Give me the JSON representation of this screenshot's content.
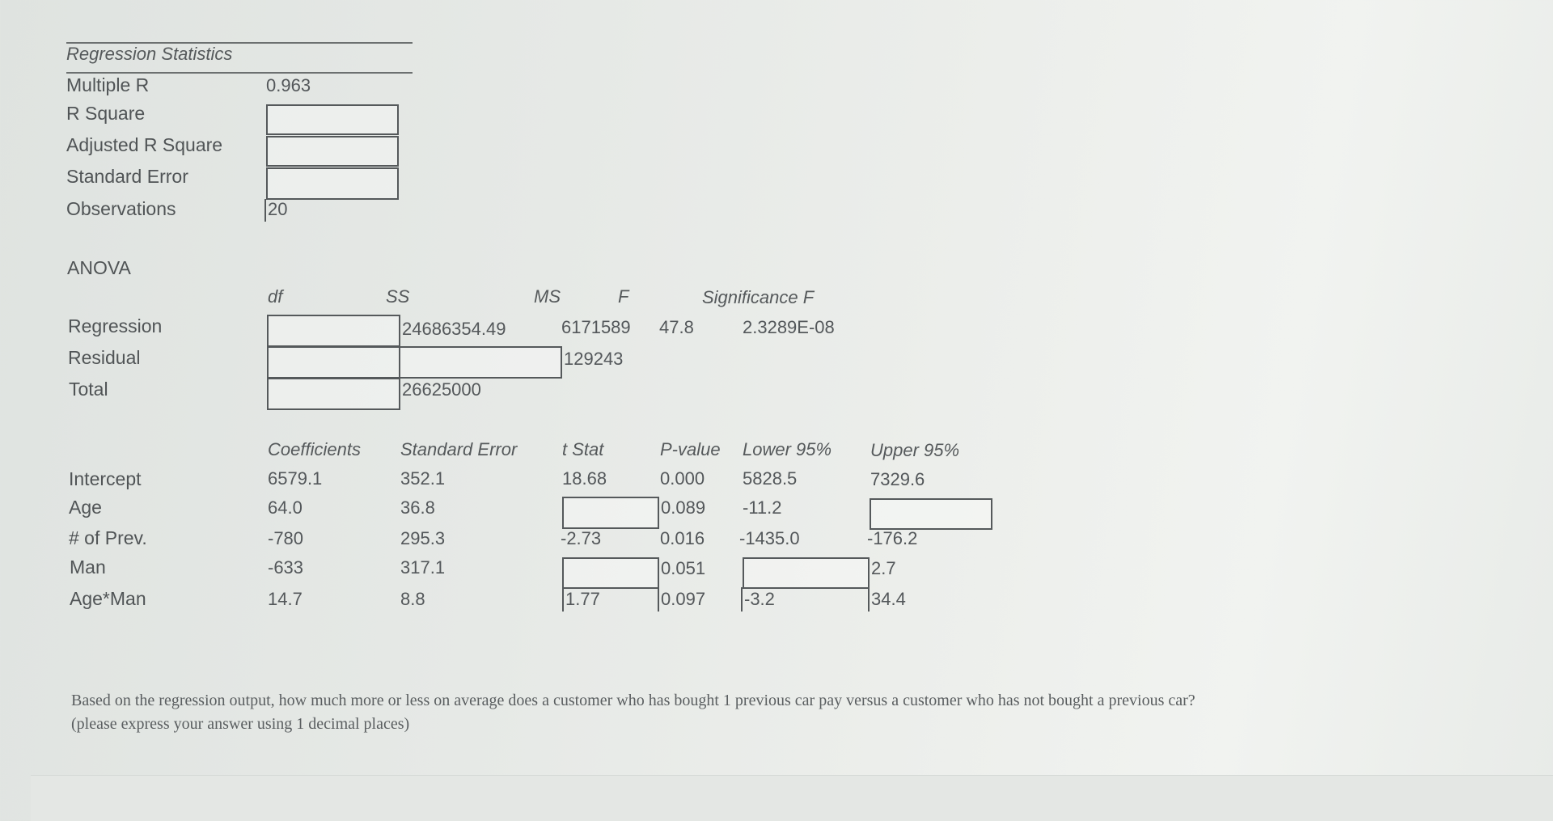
{
  "regression_statistics": {
    "title": "Regression Statistics",
    "rows": [
      {
        "label": "Multiple R",
        "value": "0.963"
      },
      {
        "label": "R Square",
        "value": ""
      },
      {
        "label": "Adjusted R Square",
        "value": ""
      },
      {
        "label": "Standard Error",
        "value": ""
      },
      {
        "label": "Observations",
        "value": "20"
      }
    ]
  },
  "anova": {
    "title": "ANOVA",
    "headers": {
      "df": "df",
      "ss": "SS",
      "ms": "MS",
      "f": "F",
      "sig": "Significance F"
    },
    "rows": [
      {
        "label": "Regression",
        "df": "",
        "ss": "24686354.49",
        "ms": "6171589",
        "f": "47.8",
        "sig": "2.3289E-08"
      },
      {
        "label": "Residual",
        "df": "",
        "ss": "",
        "ms": "129243",
        "f": "",
        "sig": ""
      },
      {
        "label": "Total",
        "df": "",
        "ss": "26625000",
        "ms": "",
        "f": "",
        "sig": ""
      }
    ]
  },
  "coefficients": {
    "headers": {
      "coef": "Coefficients",
      "se": "Standard Error",
      "t": "t Stat",
      "p": "P-value",
      "lower": "Lower 95%",
      "upper": "Upper 95%"
    },
    "rows": [
      {
        "label": "Intercept",
        "coef": "6579.1",
        "se": "352.1",
        "t": "18.68",
        "p": "0.000",
        "lower": "5828.5",
        "upper": "7329.6"
      },
      {
        "label": "Age",
        "coef": "64.0",
        "se": "36.8",
        "t": "",
        "p": "0.089",
        "lower": "-11.2",
        "upper": ""
      },
      {
        "label": "# of Prev.",
        "coef": "-780",
        "se": "295.3",
        "t": "-2.73",
        "p": "0.016",
        "lower": "-1435.0",
        "upper": "-176.2"
      },
      {
        "label": "Man",
        "coef": "-633",
        "se": "317.1",
        "t": "",
        "p": "0.051",
        "lower": "",
        "upper": "2.7"
      },
      {
        "label": "Age*Man",
        "coef": "14.7",
        "se": "8.8",
        "t": "1.77",
        "p": "0.097",
        "lower": "-3.2",
        "upper": "34.4"
      }
    ]
  },
  "question": {
    "line1": "Based on the regression output, how much more or less on average does a customer who has bought 1 previous car pay versus a customer who has not bought a previous car?",
    "line2": "(please express your answer using 1 decimal places)"
  }
}
